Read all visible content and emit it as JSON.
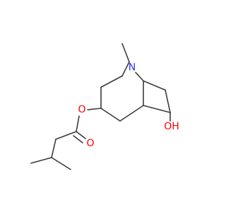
{
  "molecule": {
    "atoms": {
      "nitrogen": {
        "label": "N",
        "color": "#3333ff"
      },
      "ester_oxygen": {
        "label": "O",
        "color": "#ff0000"
      },
      "carbonyl_oxygen": {
        "label": "O",
        "color": "#ff0000"
      },
      "hydroxyl": {
        "label": "OH",
        "color": "#ff0000"
      }
    },
    "bond_color": "#3a3a3a"
  }
}
